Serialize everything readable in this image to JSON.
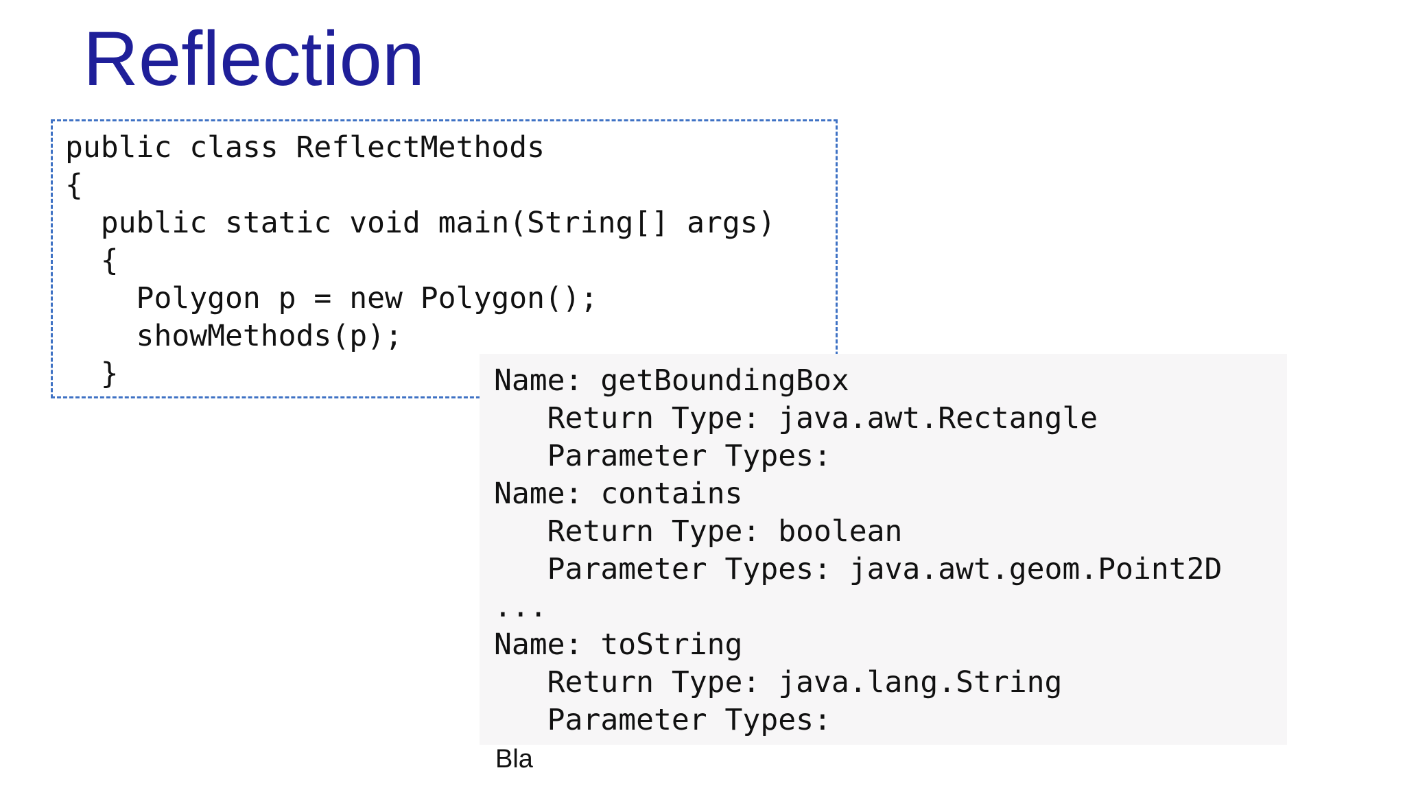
{
  "slide": {
    "title": "Reflection"
  },
  "code_box": {
    "lines": [
      "public class ReflectMethods",
      "{",
      "  public static void main(String[] args)",
      "  {",
      "    Polygon p = new Polygon();",
      "    showMethods(p);",
      "  }"
    ]
  },
  "output_panel": {
    "lines": [
      "Name: getBoundingBox",
      "   Return Type: java.awt.Rectangle",
      "   Parameter Types:",
      "Name: contains",
      "   Return Type: boolean",
      "   Parameter Types: java.awt.geom.Point2D",
      "...",
      "Name: toString",
      "   Return Type: java.lang.String",
      "   Parameter Types:"
    ]
  },
  "footer_note": "Bla",
  "colors": {
    "background": "#ffffff",
    "title": "#1f1f99",
    "code_text": "#111111",
    "dashed_border": "#3f72c4",
    "output_bg": "#f7f6f7",
    "footer_text": "#111111"
  }
}
